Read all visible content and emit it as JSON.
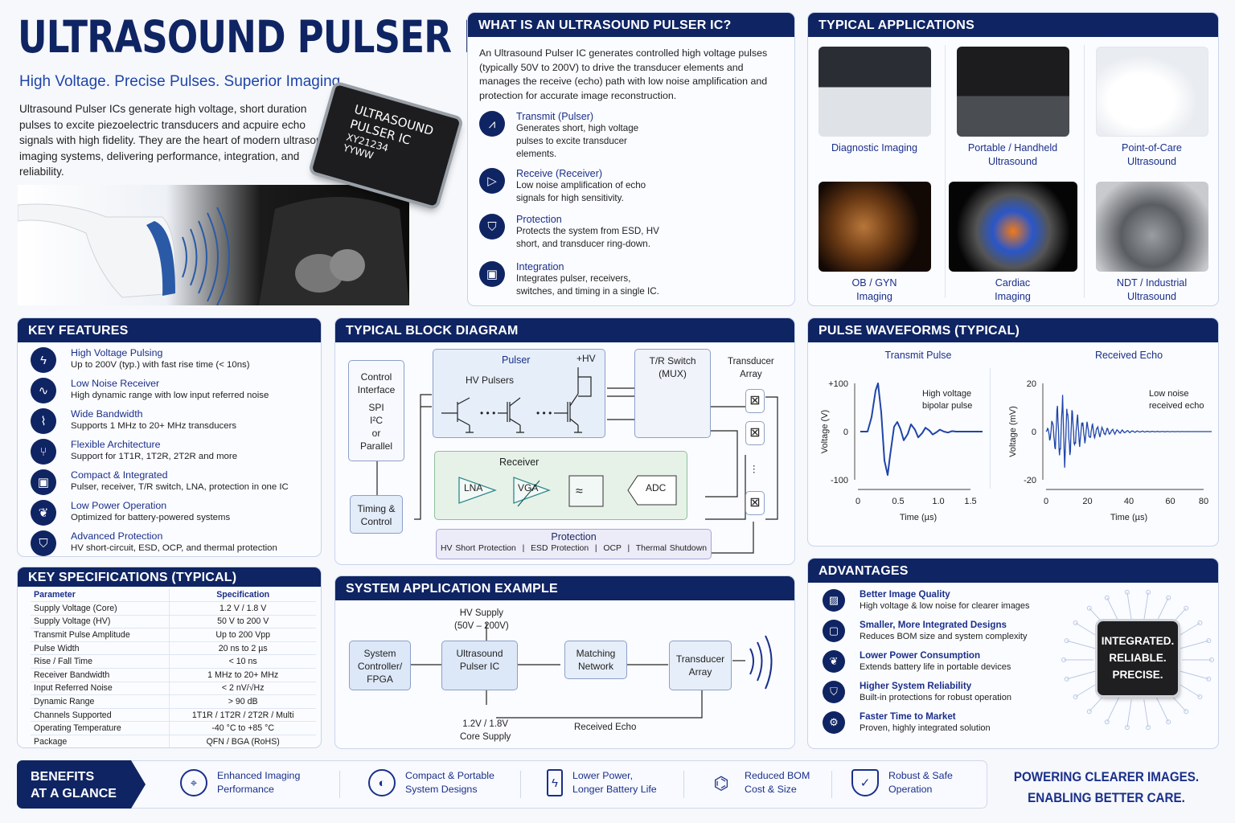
{
  "header": {
    "title": "ULTRASOUND PULSER IC",
    "subtitle": "High Voltage. Precise Pulses. Superior Imaging.",
    "intro": "Ultrasound Pulser ICs generate high voltage, short duration pulses to excite piezoelectric transducers and acpuire echo signals with high fidelity. They are the heart of modern ultrasound imaging systems, delivering performance, integration, and reliability.",
    "chip_lines": [
      "ULTRASOUND",
      "PULSER IC",
      "XY21234",
      "YYWW"
    ]
  },
  "what": {
    "heading": "WHAT IS AN ULTRASOUND PULSER IC?",
    "body": "An Ultrasound Pulser IC generates controlled high voltage pulses (typically 50V to 200V) to drive the transducer elements and manages the receive (echo) path with low noise amplification and protection for accurate image reconstruction.",
    "items": [
      {
        "icon": "pulse-wave-icon",
        "title": "Transmit (Pulser)",
        "desc": "Generates short, high voltage pulses to excite transducer elements."
      },
      {
        "icon": "play-amplifier-icon",
        "title": "Receive (Receiver)",
        "desc": "Low noise amplification of echo signals for high sensitivity."
      },
      {
        "icon": "shield-icon",
        "title": "Protection",
        "desc": "Protects the system from ESD, HV short, and transducer ring-down."
      },
      {
        "icon": "chip-icon",
        "title": "Integration",
        "desc": "Integrates pulser, receivers, switches, and timing in a single IC."
      }
    ]
  },
  "applications": {
    "heading": "TYPICAL APPLICATIONS",
    "items": [
      {
        "label": "Diagnostic Imaging",
        "image": "cart-ultrasound-system"
      },
      {
        "label": "Portable / Handheld Ultrasound",
        "image": "laptop-ultrasound"
      },
      {
        "label": "Point-of-Care Ultrasound",
        "image": "handheld-probe"
      },
      {
        "label": "OB / GYN Imaging",
        "image": "3d-fetus-render"
      },
      {
        "label": "Cardiac Imaging",
        "image": "color-doppler-heart"
      },
      {
        "label": "NDT / Industrial Ultrasound",
        "image": "industrial-probe"
      }
    ]
  },
  "features": {
    "heading": "KEY FEATURES",
    "items": [
      {
        "icon": "lightning-icon",
        "title": "High Voltage Pulsing",
        "desc": "Up to 200V (typ.) with fast rise time (< 10ns)"
      },
      {
        "icon": "waveform-icon",
        "title": "Low Noise Receiver",
        "desc": "High dynamic range with low input referred noise"
      },
      {
        "icon": "bandwidth-icon",
        "title": "Wide Bandwidth",
        "desc": "Supports 1 MHz to 20+ MHz transducers"
      },
      {
        "icon": "branch-icon",
        "title": "Flexible Architecture",
        "desc": "Support for 1T1R, 1T2R, 2T2R and more"
      },
      {
        "icon": "chip-icon",
        "title": "Compact & Integrated",
        "desc": "Pulser, receiver, T/R switch, LNA, protection in one IC"
      },
      {
        "icon": "leaf-icon",
        "title": "Low Power Operation",
        "desc": "Optimized for battery-powered systems"
      },
      {
        "icon": "shield-icon",
        "title": "Advanced Protection",
        "desc": "HV short-circuit, ESD, OCP, and thermal protection"
      }
    ]
  },
  "specs": {
    "heading": "KEY SPECIFICATIONS (TYPICAL)",
    "columns": [
      "Parameter",
      "Specification"
    ],
    "rows": [
      [
        "Supply Voltage (Core)",
        "1.2 V / 1.8 V"
      ],
      [
        "Supply Voltage (HV)",
        "50 V to 200 V"
      ],
      [
        "Transmit Pulse Amplitude",
        "Up to 200 Vpp"
      ],
      [
        "Pulse Width",
        "20 ns to 2 µs"
      ],
      [
        "Rise / Fall Time",
        "< 10 ns"
      ],
      [
        "Receiver Bandwidth",
        "1 MHz to 20+ MHz"
      ],
      [
        "Input Referred Noise",
        "< 2 nV/√Hz"
      ],
      [
        "Dynamic Range",
        "> 90 dB"
      ],
      [
        "Channels Supported",
        "1T1R / 1T2R / 2T2R / Multi"
      ],
      [
        "Operating Temperature",
        "-40 °C to +85 °C"
      ],
      [
        "Package",
        "QFN / BGA (RoHS)"
      ]
    ]
  },
  "block": {
    "heading": "TYPICAL BLOCK DIAGRAM",
    "control": [
      "Control",
      "Interface",
      "SPI",
      "I²C",
      "or",
      "Parallel"
    ],
    "timing": [
      "Timing &",
      "Control"
    ],
    "pulser": "Pulser",
    "hv_pulsers": "HV Pulsers",
    "hv": "+HV",
    "tr_switch": [
      "T/R Switch",
      "(MUX)"
    ],
    "transducer": [
      "Transducer",
      "Array"
    ],
    "receiver": "Receiver",
    "lna": "LNA",
    "vga": "VGA",
    "adc": "ADC",
    "protection": "Protection",
    "protection_items": [
      "HV Short Protection",
      "ESD Protection",
      "OCP",
      "Thermal Shutdown"
    ]
  },
  "system": {
    "heading": "SYSTEM APPLICATION EXAMPLE",
    "hv_supply": [
      "HV Supply",
      "(50V – 200V)"
    ],
    "controller": [
      "System",
      "Controller/",
      "FPGA"
    ],
    "pulser_ic": [
      "Ultrasound",
      "Pulser IC"
    ],
    "matching": [
      "Matching",
      "Network"
    ],
    "transducer": [
      "Transducer",
      "Array"
    ],
    "core_supply": [
      "1.2V / 1.8V",
      "Core Supply"
    ],
    "echo": "Received Echo"
  },
  "waveforms": {
    "heading": "PULSE WAVEFORMS (TYPICAL)"
  },
  "chart_data": [
    {
      "type": "line",
      "title": "Transmit Pulse",
      "xlabel": "Time (µs)",
      "ylabel": "Voltage (V)",
      "xlim": [
        0,
        1.5
      ],
      "ylim": [
        -100,
        100
      ],
      "xticks": [
        "0",
        "0.5",
        "1.0",
        "1.5"
      ],
      "yticks": [
        "+100",
        "0",
        "-100"
      ],
      "annotation": "High voltage bipolar pulse",
      "grid": false,
      "series": [
        {
          "name": "Transmit Pulse",
          "color": "#1f45a8",
          "x": [
            0.03,
            0.12,
            0.17,
            0.22,
            0.25,
            0.29,
            0.33,
            0.37,
            0.4,
            0.45,
            0.49,
            0.53,
            0.57,
            0.62,
            0.66,
            0.71,
            0.75,
            0.8,
            0.84,
            0.89,
            0.93,
            0.98,
            1.02,
            1.07,
            1.12,
            1.17,
            1.22,
            1.28,
            1.4,
            1.55
          ],
          "y": [
            0,
            0,
            30,
            85,
            100,
            40,
            -60,
            -90,
            -50,
            10,
            20,
            5,
            -18,
            -5,
            15,
            4,
            -12,
            -3,
            8,
            2,
            -6,
            -1,
            4,
            0,
            -2,
            1,
            0,
            0,
            0,
            0
          ]
        }
      ]
    },
    {
      "type": "line",
      "title": "Received Echo",
      "xlabel": "Time (µs)",
      "ylabel": "Voltage (mV)",
      "xlim": [
        0,
        80
      ],
      "ylim": [
        -20,
        20
      ],
      "xticks": [
        "0",
        "20",
        "40",
        "60",
        "80"
      ],
      "yticks": [
        "20",
        "0",
        "-20"
      ],
      "annotation": "Low noise received echo",
      "grid": false,
      "series": [
        {
          "name": "Received Echo",
          "color": "#1f45a8",
          "peak_mv": 17,
          "peak_time_us": 8,
          "decay_to_zero_us": 55
        }
      ]
    }
  ],
  "advantages": {
    "heading": "ADVANTAGES",
    "items": [
      {
        "icon": "image-icon",
        "title": "Better Image Quality",
        "desc": "High voltage & low noise for clearer images"
      },
      {
        "icon": "compact-chip-icon",
        "title": "Smaller, More Integrated Designs",
        "desc": "Reduces BOM size and system complexity"
      },
      {
        "icon": "leaf-icon",
        "title": "Lower Power Consumption",
        "desc": "Extends battery life in portable devices"
      },
      {
        "icon": "shield-icon",
        "title": "Higher System Reliability",
        "desc": "Built-in protections for robust operation"
      },
      {
        "icon": "gear-icon",
        "title": "Faster Time to Market",
        "desc": "Proven, highly integrated solution"
      }
    ],
    "chip_lines": [
      "INTEGRATED.",
      "RELIABLE.",
      "PRECISE."
    ]
  },
  "benefits": {
    "label": [
      "BENEFITS",
      "AT A GLANCE"
    ],
    "items": [
      {
        "icon": "crosshair-icon",
        "lines": [
          "Enhanced Imaging",
          "Performance"
        ]
      },
      {
        "icon": "compact-device-icon",
        "lines": [
          "Compact & Portable",
          "System Designs"
        ]
      },
      {
        "icon": "battery-icon",
        "lines": [
          "Lower Power,",
          "Longer Battery Life"
        ]
      },
      {
        "icon": "bom-circuit-icon",
        "lines": [
          "Reduced BOM",
          "Cost & Size"
        ]
      },
      {
        "icon": "shield-check-icon",
        "lines": [
          "Robust & Safe",
          "Operation"
        ]
      }
    ],
    "tagline": [
      "POWERING CLEARER IMAGES.",
      "ENABLING BETTER CARE."
    ]
  },
  "colors": {
    "navy": "#0f2463",
    "accent": "#1f45a8",
    "receiver_fill": "#e6f2e8",
    "protection_fill": "#ecebf8"
  }
}
